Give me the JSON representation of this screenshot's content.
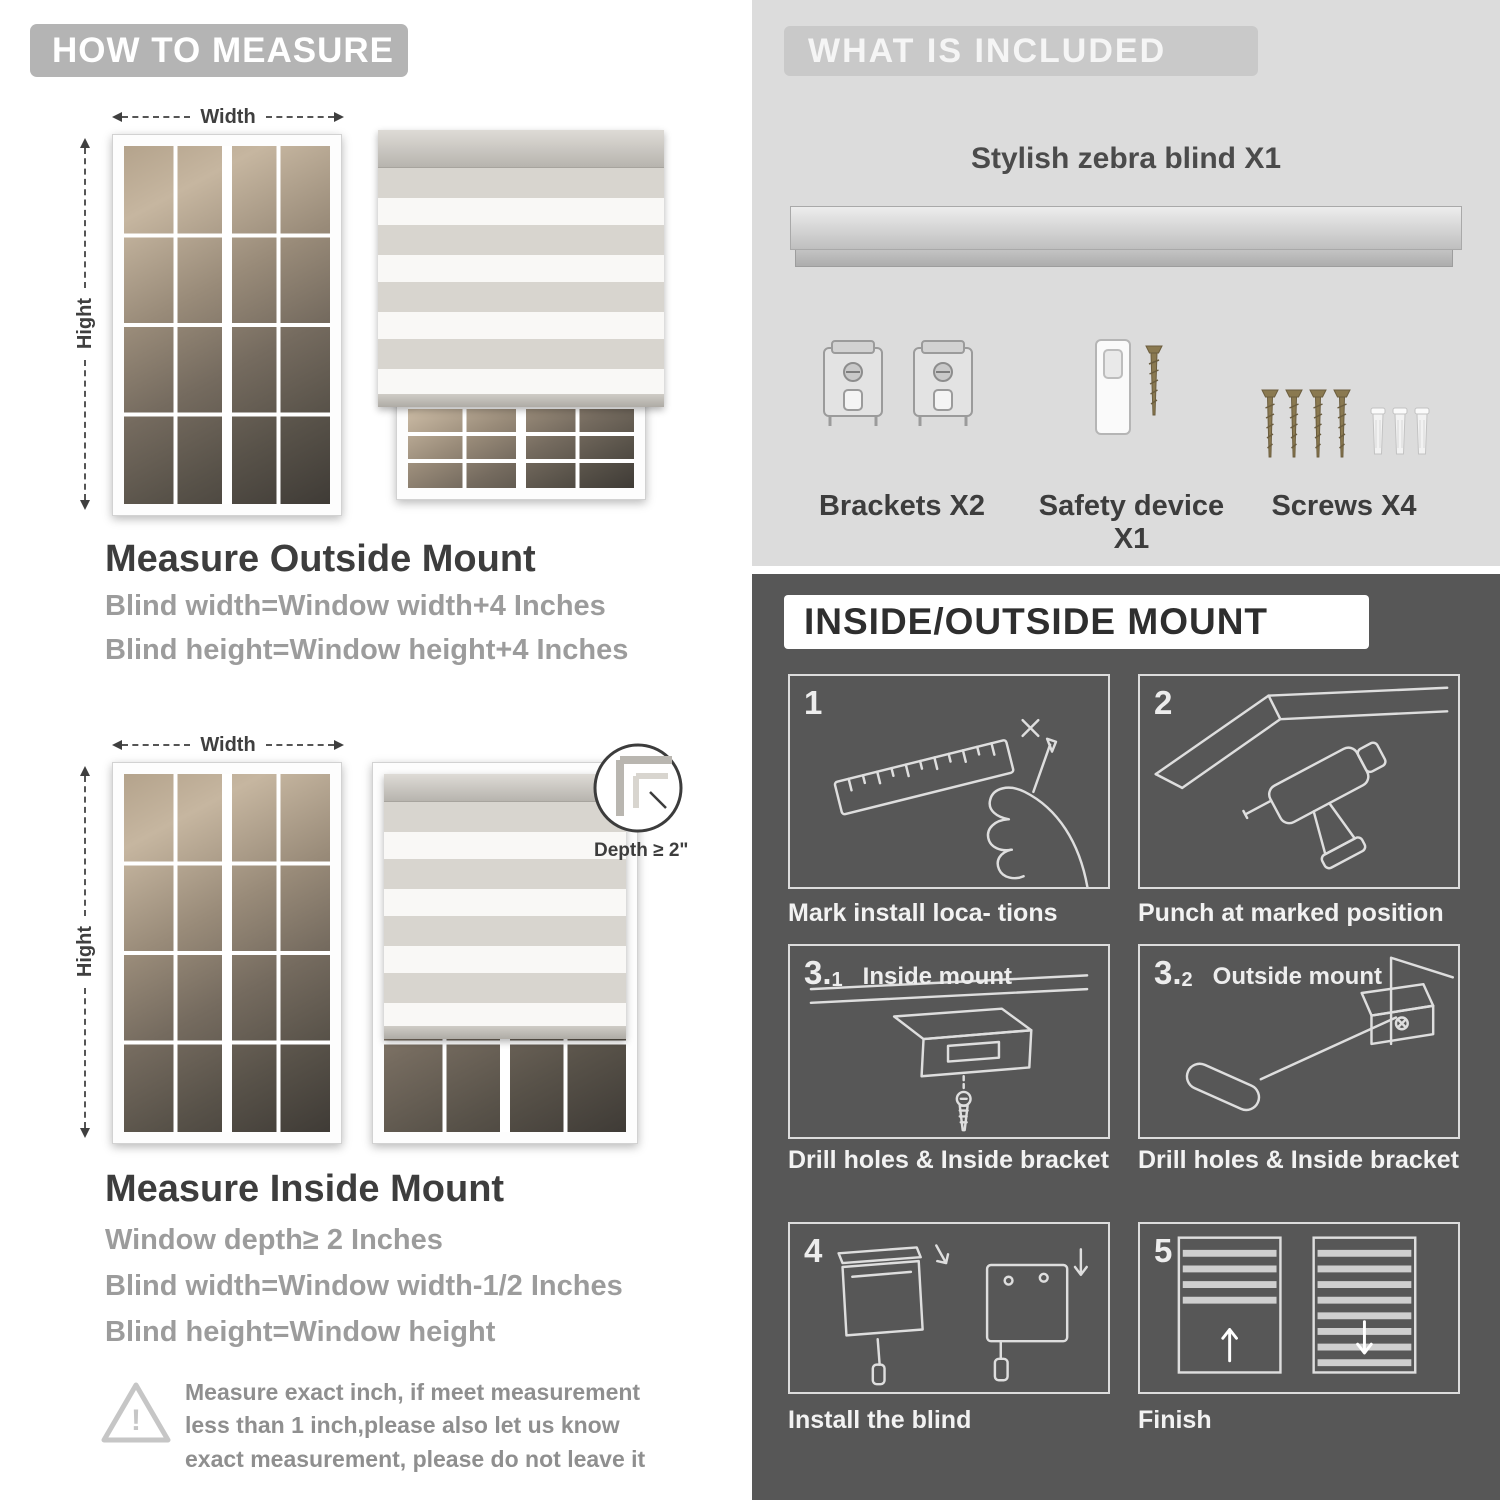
{
  "colors": {
    "header_gray": "#b4b4b4",
    "included_bg": "#dcdcdc",
    "included_band": "#c9c9c9",
    "mount_dark_bg": "#575757",
    "stripe_gray": "#d8d5cf",
    "title_dark": "#3d3d3d",
    "formula_gray": "#9c9c9c"
  },
  "left": {
    "header": "HOW TO MEASURE",
    "outside": {
      "width_label": "Width",
      "height_label": "Hight",
      "title": "Measure Outside Mount",
      "lines": [
        "Blind width=Window width+4 Inches",
        "Blind height=Window height+4 Inches"
      ]
    },
    "inside": {
      "width_label": "Width",
      "height_label": "Hight",
      "depth_label": "Depth ≥ 2\"",
      "title": "Measure Inside Mount",
      "lines": [
        "Window depth≥ 2 Inches",
        "Blind width=Window width-1/2 Inches",
        "Blind height=Window height"
      ]
    },
    "warning": {
      "icon": "warning-triangle-icon",
      "text": "Measure exact inch, if meet measurement less than 1 inch,please also let us know exact measurement, please do not leave it"
    }
  },
  "right": {
    "included": {
      "header": "WHAT IS INCLUDED",
      "blind_label": "Stylish zebra blind X1",
      "items": [
        {
          "icon": "bracket-icon",
          "label": "Brackets X2"
        },
        {
          "icon": "safety-device-icon",
          "label": "Safety device X1"
        },
        {
          "icon": "screw-icon",
          "label": "Screws X4"
        }
      ]
    },
    "mount": {
      "header": "INSIDE/OUTSIDE MOUNT",
      "steps": [
        {
          "num": "1",
          "sub": "",
          "inline_label": "",
          "caption": "Mark install loca- tions"
        },
        {
          "num": "2",
          "sub": "",
          "inline_label": "",
          "caption": "Punch at  marked position"
        },
        {
          "num": "3.",
          "sub": "1",
          "inline_label": "Inside mount",
          "caption": "Drill holes &  Inside bracket"
        },
        {
          "num": "3.",
          "sub": "2",
          "inline_label": "Outside mount",
          "caption": "Drill holes &  Inside bracket"
        },
        {
          "num": "4",
          "sub": "",
          "inline_label": "",
          "caption": "Install the blind"
        },
        {
          "num": "5",
          "sub": "",
          "inline_label": "",
          "caption": "Finish"
        }
      ]
    }
  }
}
